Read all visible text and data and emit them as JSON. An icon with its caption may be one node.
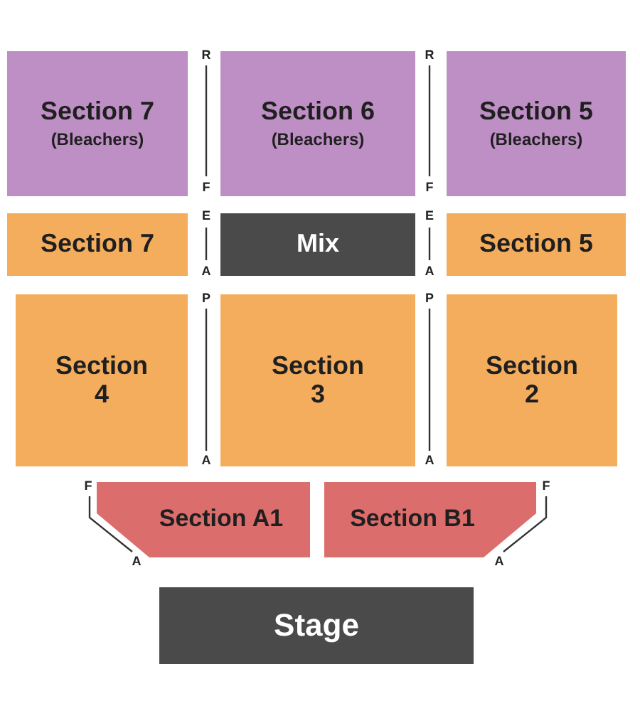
{
  "diagram": {
    "nodes": [
      {
        "text": [
          "Section 7",
          "(Bleachers)"
        ]
      },
      {
        "text": [
          "Section 6",
          "(Bleachers)"
        ]
      },
      {
        "text": [
          "Section 5",
          "(Bleachers)"
        ]
      },
      {
        "text": [
          "Section 7"
        ]
      },
      {
        "text": [
          "Mix"
        ]
      },
      {
        "text": [
          "Section 5"
        ]
      },
      {
        "text": [
          "Section 4"
        ]
      },
      {
        "text": [
          "Section 3"
        ]
      },
      {
        "text": [
          "Section 2"
        ]
      },
      {
        "text": [
          "Section A1"
        ]
      },
      {
        "text": [
          "Section B1"
        ]
      },
      {
        "text": [
          "Stage"
        ]
      }
    ],
    "labels": [
      "R",
      "R",
      "F",
      "F",
      "E",
      "E",
      "A",
      "A",
      "P",
      "P",
      "A",
      "A",
      "F",
      "F",
      "A",
      "A"
    ]
  }
}
